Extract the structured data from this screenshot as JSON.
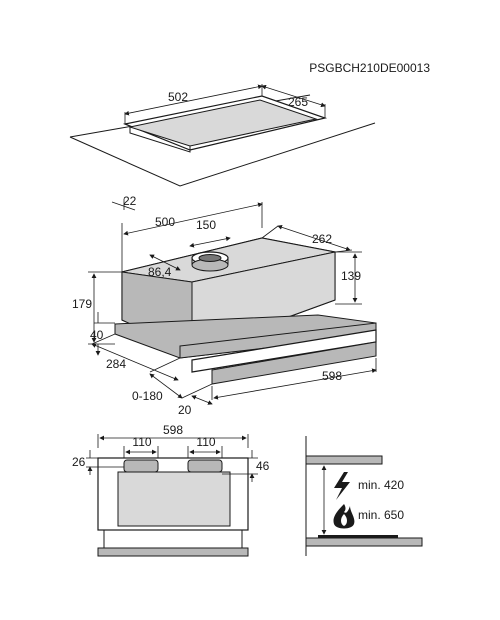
{
  "product_code": "PSGBCH210DE00013",
  "cutout": {
    "width": "502",
    "depth": "265"
  },
  "hood_iso": {
    "top_depth": "22",
    "width": "500",
    "outlet_diameter": "150",
    "depth": "262",
    "outlet_offset": "86,4",
    "body_height": "139",
    "total_height": "179",
    "visor_height": "40",
    "visor_depth": "284",
    "extension": "0-180",
    "front_panel_width": "598",
    "front_panel_depth": "20"
  },
  "front_view": {
    "overall_width": "598",
    "left_slot_width": "110",
    "right_slot_width": "110",
    "left_offset": "26",
    "right_offset": "46"
  },
  "installation": {
    "electric_min": "min. 420",
    "gas_min": "min. 650",
    "electric_icon": "lightning-icon",
    "gas_icon": "flame-icon"
  }
}
